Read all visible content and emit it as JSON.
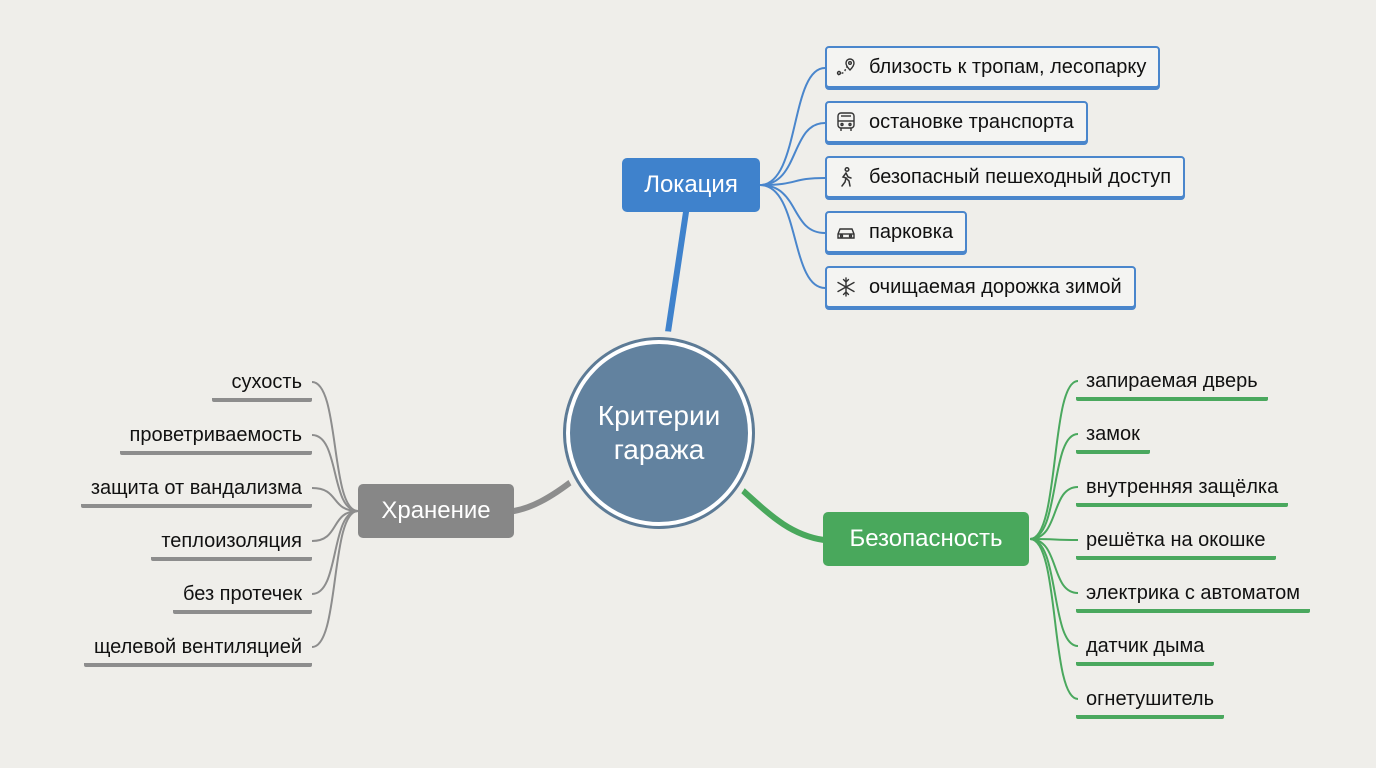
{
  "center": {
    "line1": "Критерии",
    "line2": "гаража"
  },
  "colors": {
    "location": "#3f82cc",
    "storage": "#878787",
    "security": "#49a85c",
    "center": "#62829f",
    "background": "#efeeea"
  },
  "branches": {
    "location": {
      "label": "Локация",
      "items": [
        {
          "label": "близость к тропам, лесопарку",
          "icon": "map-pin-route-icon"
        },
        {
          "label": "остановке транспорта",
          "icon": "bus-icon"
        },
        {
          "label": "безопасный пешеходный доступ",
          "icon": "pedestrian-icon"
        },
        {
          "label": "парковка",
          "icon": "car-icon"
        },
        {
          "label": "очищаемая дорожка зимой",
          "icon": "snowflake-icon"
        }
      ]
    },
    "storage": {
      "label": "Хранение",
      "items": [
        {
          "label": "сухость"
        },
        {
          "label": "проветриваемость"
        },
        {
          "label": "защита от вандализма"
        },
        {
          "label": "теплоизоляция"
        },
        {
          "label": "без протечек"
        },
        {
          "label": "щелевой вентиляцией"
        }
      ]
    },
    "security": {
      "label": "Безопасность",
      "items": [
        {
          "label": "запираемая дверь"
        },
        {
          "label": "замок"
        },
        {
          "label": "внутренняя защёлка"
        },
        {
          "label": "решётка на окошке"
        },
        {
          "label": "электрика с автоматом"
        },
        {
          "label": "датчик дыма"
        },
        {
          "label": "огнетушитель"
        }
      ]
    }
  }
}
